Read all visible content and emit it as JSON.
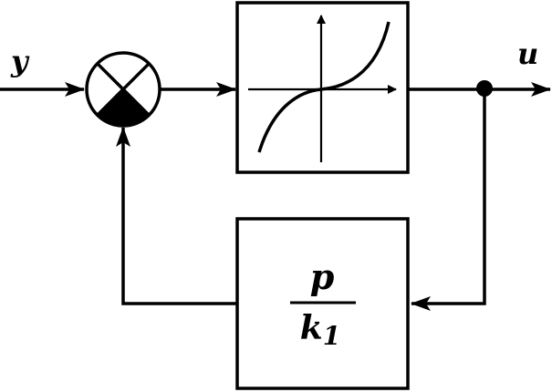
{
  "labels": {
    "input": "y",
    "output": "u",
    "feedback_numerator": "p",
    "feedback_denominator_var": "k",
    "feedback_denominator_sub": "1"
  }
}
